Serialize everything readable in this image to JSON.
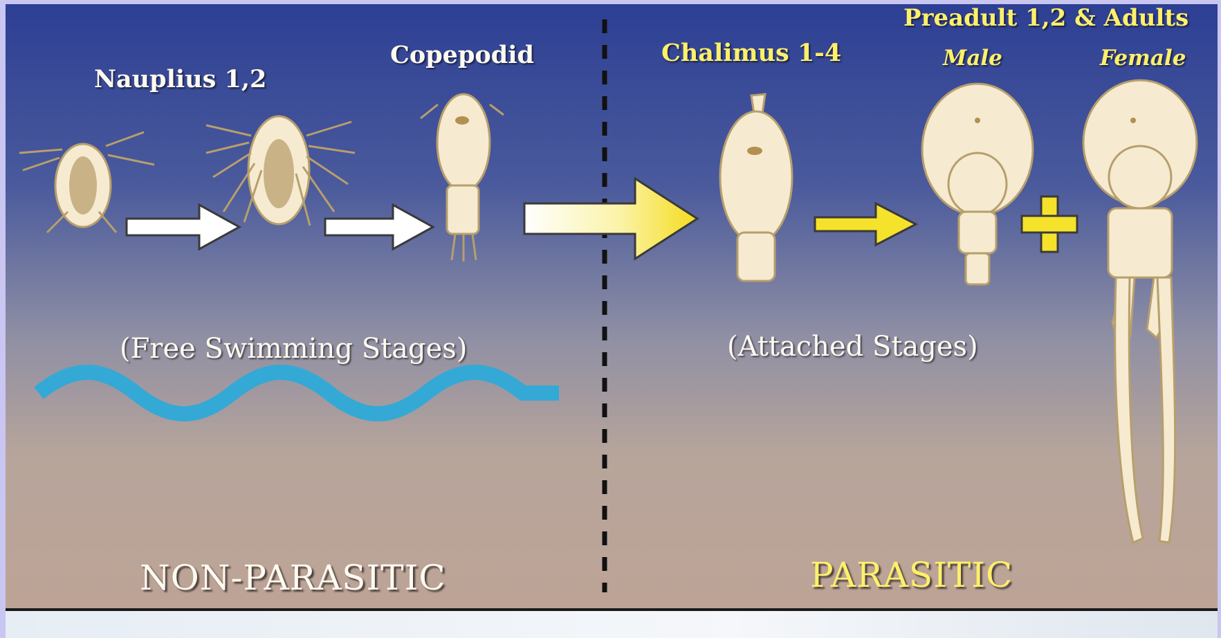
{
  "labels": {
    "nauplius": "Nauplius 1,2",
    "copepodid": "Copepodid",
    "chalimus": "Chalimus 1-4",
    "preadult": "Preadult 1,2 & Adults",
    "male": "Male",
    "female": "Female",
    "free_swimming": "(Free Swimming Stages)",
    "attached": "(Attached Stages)",
    "non_parasitic": "NON-PARASITIC",
    "parasitic": "PARASITIC"
  },
  "colors": {
    "label_white": "#fffaf0",
    "label_yellow": "#fff06a",
    "arrow_white": "#ffffff",
    "arrow_yellow": "#f5e22a",
    "wave_blue": "#34a9d6",
    "organism_fill": "#f6ead0",
    "organism_outline": "#b79f6c",
    "divider": "#111111"
  },
  "icons": [
    "nauplius-organism",
    "copepodid-organism",
    "chalimus-organism",
    "male-adult-organism",
    "female-adult-organism",
    "white-arrow-icon",
    "yellow-arrow-icon",
    "plus-icon",
    "wave-icon"
  ]
}
